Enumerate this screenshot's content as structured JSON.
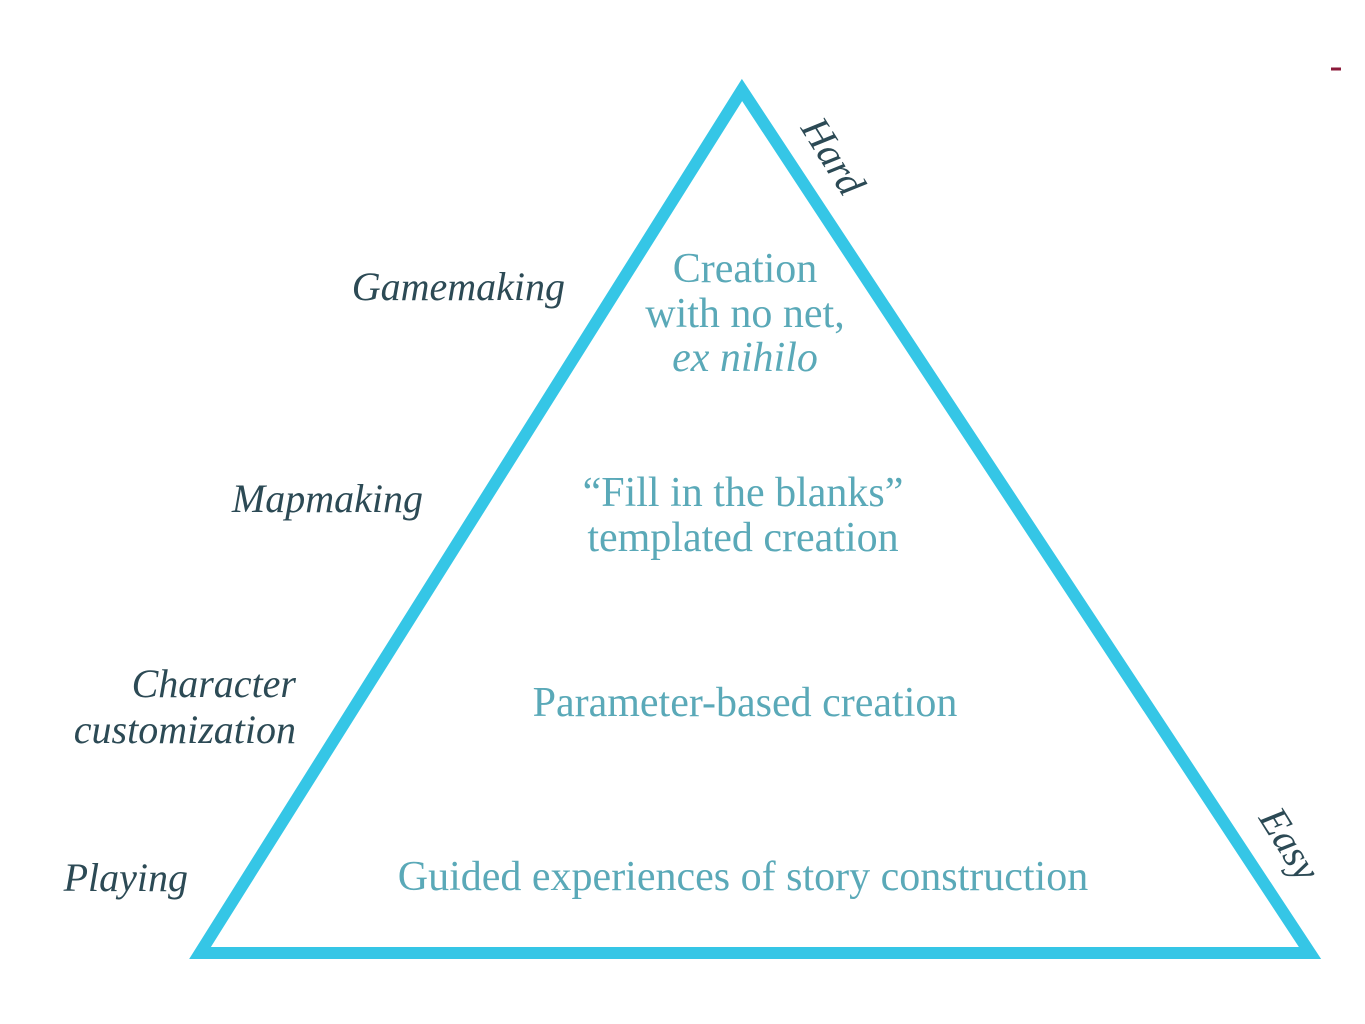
{
  "colors": {
    "triangle_stroke": "#35c6e6",
    "tier_label": "#2c4a55",
    "center_text": "#5aa9b8",
    "corner_mark": "#8b1a3a"
  },
  "axis": {
    "top": "Hard",
    "bottom": "Easy"
  },
  "tiers": [
    {
      "label_lines": [
        "Gamemaking"
      ],
      "description_lines": [
        "Creation",
        "with no net,"
      ],
      "description_italic": "ex nihilo"
    },
    {
      "label_lines": [
        "Mapmaking"
      ],
      "description_lines": [
        "“Fill in the blanks”",
        "templated creation"
      ]
    },
    {
      "label_lines": [
        "Character",
        "customization"
      ],
      "description_lines": [
        "Parameter-based creation"
      ]
    },
    {
      "label_lines": [
        "Playing"
      ],
      "description_lines": [
        "Guided experiences of story construction"
      ]
    }
  ]
}
